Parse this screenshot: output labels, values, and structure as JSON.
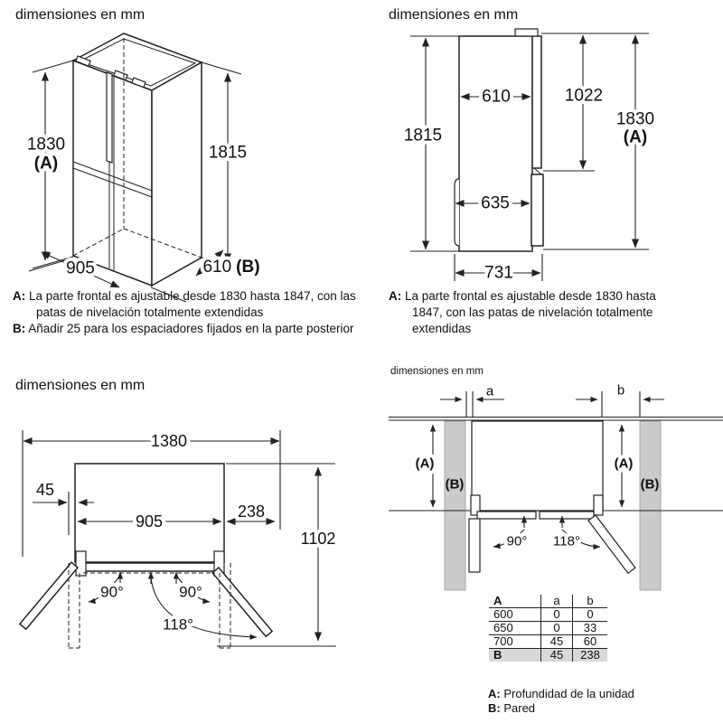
{
  "colors": {
    "line": "#222222",
    "text": "#111111",
    "wall_fill": "#cbcbcb",
    "row_highlight": "#d9d9d9",
    "background": "#ffffff"
  },
  "panel_tl": {
    "title": "dimensiones en mm",
    "labels": {
      "h_total": "1830",
      "h_total_sub": "(A)",
      "h_body": "1815",
      "w_front": "905",
      "d_side": "610",
      "d_side_sub": "(B)"
    },
    "notes": [
      {
        "key": "A:",
        "text": "La parte frontal es ajustable desde 1830 hasta 1847, con las patas de nivelación totalmente extendidas"
      },
      {
        "key": "B:",
        "text": "Añadir 25 para los espaciadores fijados en la parte posterior"
      }
    ]
  },
  "panel_tr": {
    "title": "dimensiones en mm",
    "labels": {
      "h_body": "1815",
      "d_top": "610",
      "h_door": "1022",
      "h_total": "1830",
      "h_total_sub": "(A)",
      "d_bottom": "635",
      "d_total": "731"
    },
    "notes": [
      {
        "key": "A:",
        "text": "La parte frontal es ajustable desde 1830 hasta 1847, con las patas de nivelación totalmente extendidas"
      }
    ]
  },
  "panel_bl": {
    "title": "dimensiones en mm",
    "labels": {
      "w_total": "1380",
      "gap_side": "45",
      "w_body": "905",
      "w_door": "238",
      "d_open": "1102",
      "angle_left": "90°",
      "angle_right": "90°",
      "angle_wide": "118°"
    }
  },
  "panel_br": {
    "title": "dimensiones en mm",
    "labels": {
      "gap_a": "a",
      "gap_b": "b",
      "depth": "(A)",
      "wall": "(B)",
      "angle_90": "90°",
      "angle_118": "118°"
    },
    "table": {
      "header": [
        "A",
        "a",
        "b"
      ],
      "rows": [
        [
          "600",
          "0",
          "0"
        ],
        [
          "650",
          "0",
          "33"
        ],
        [
          "700",
          "45",
          "60"
        ],
        [
          "B",
          "45",
          "238"
        ]
      ]
    },
    "notes": [
      {
        "key": "A:",
        "text": "Profundidad de la unidad"
      },
      {
        "key": "B:",
        "text": "Pared"
      }
    ]
  }
}
